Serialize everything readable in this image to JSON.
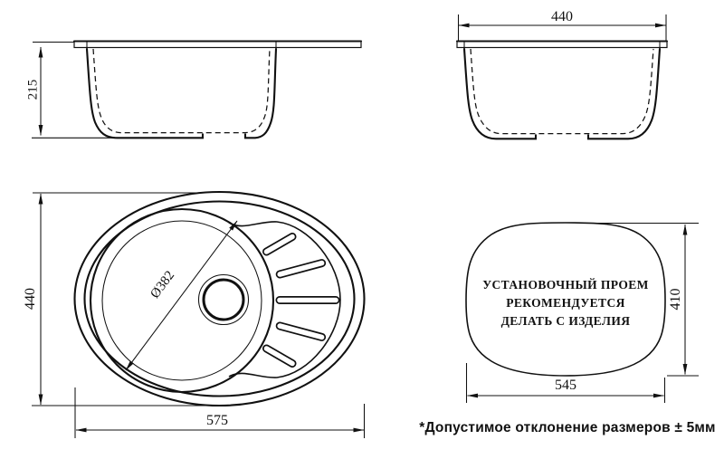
{
  "colors": {
    "line": "#111111",
    "background": "#ffffff"
  },
  "views": {
    "side_length": {
      "dim_height": "215"
    },
    "side_width": {
      "dim_width": "440"
    },
    "plan": {
      "dim_height": "440",
      "dim_width": "575",
      "dim_bowl": "Ø382"
    },
    "cutout": {
      "label_line1": "УСТАНОВОЧНЫЙ ПРОЕМ",
      "label_line2": "РЕКОМЕНДУЕТСЯ",
      "label_line3": "ДЕЛАТЬ С ИЗДЕЛИЯ",
      "dim_height": "410",
      "dim_width": "545"
    },
    "note": "*Допустимое отклонение размеров ± 5мм"
  }
}
